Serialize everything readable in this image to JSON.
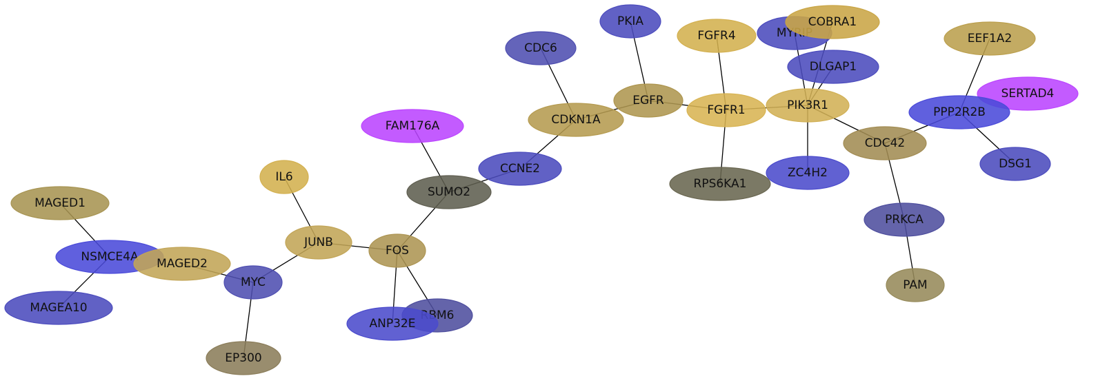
{
  "nodes": [
    {
      "id": "PKIA",
      "label": "PKIA",
      "color": "#4b4bbd"
    },
    {
      "id": "FGFR4",
      "label": "FGFR4",
      "color": "#d3b04f"
    },
    {
      "id": "MYRIP",
      "label": "MYRIP",
      "color": "#4b4bbd"
    },
    {
      "id": "COBRA1",
      "label": "COBRA1",
      "color": "#c9a545"
    },
    {
      "id": "EEF1A2",
      "label": "EEF1A2",
      "color": "#bb9f4d"
    },
    {
      "id": "CDC6",
      "label": "CDC6",
      "color": "#4e4eb0"
    },
    {
      "id": "DLGAP1",
      "label": "DLGAP1",
      "color": "#4b4bbd"
    },
    {
      "id": "SERTAD4",
      "label": "SERTAD4",
      "color": "#bb44ff"
    },
    {
      "id": "EGFR",
      "label": "EGFR",
      "color": "#ae9650"
    },
    {
      "id": "FGFR1",
      "label": "FGFR1",
      "color": "#d8b453"
    },
    {
      "id": "PIK3R1",
      "label": "PIK3R1",
      "color": "#d1b055"
    },
    {
      "id": "PPP2R2B",
      "label": "PPP2R2B",
      "color": "#4a4ad9"
    },
    {
      "id": "CDKN1A",
      "label": "CDKN1A",
      "color": "#b59b50"
    },
    {
      "id": "FAM176A",
      "label": "FAM176A",
      "color": "#bb44ff"
    },
    {
      "id": "CDC42",
      "label": "CDC42",
      "color": "#a28c53"
    },
    {
      "id": "DSG1",
      "label": "DSG1",
      "color": "#4b4bbd"
    },
    {
      "id": "CCNE2",
      "label": "CCNE2",
      "color": "#4b4bbd"
    },
    {
      "id": "IL6",
      "label": "IL6",
      "color": "#d3b04f"
    },
    {
      "id": "RPS6KA1",
      "label": "RPS6KA1",
      "color": "#696650"
    },
    {
      "id": "ZC4H2",
      "label": "ZC4H2",
      "color": "#4b4bcc"
    },
    {
      "id": "SUMO2",
      "label": "SUMO2",
      "color": "#5f5e50"
    },
    {
      "id": "MAGED1",
      "label": "MAGED1",
      "color": "#a79452"
    },
    {
      "id": "PRKCA",
      "label": "PRKCA",
      "color": "#4e4e9e"
    },
    {
      "id": "JUNB",
      "label": "JUNB",
      "color": "#c2a557"
    },
    {
      "id": "FOS",
      "label": "FOS",
      "color": "#ad9553"
    },
    {
      "id": "NSMCE4A",
      "label": "NSMCE4A",
      "color": "#4a4ad9"
    },
    {
      "id": "MAGED2",
      "label": "MAGED2",
      "color": "#c2a557"
    },
    {
      "id": "MYC",
      "label": "MYC",
      "color": "#4e4eb0"
    },
    {
      "id": "PAM",
      "label": "PAM",
      "color": "#968a5a"
    },
    {
      "id": "MAGEA10",
      "label": "MAGEA10",
      "color": "#4b4bbd"
    },
    {
      "id": "RBM6",
      "label": "RBM6",
      "color": "#4e4e9e"
    },
    {
      "id": "ANP32E",
      "label": "ANP32E",
      "color": "#4b4bcc"
    },
    {
      "id": "EP300",
      "label": "EP300",
      "color": "#8b7d5a"
    }
  ],
  "edges": [
    [
      "PKIA",
      "EGFR"
    ],
    [
      "CDC6",
      "CDKN1A"
    ],
    [
      "EGFR",
      "CDKN1A"
    ],
    [
      "EGFR",
      "FGFR1"
    ],
    [
      "FGFR4",
      "FGFR1"
    ],
    [
      "FGFR1",
      "PIK3R1"
    ],
    [
      "FGFR1",
      "RPS6KA1"
    ],
    [
      "MYRIP",
      "PIK3R1"
    ],
    [
      "COBRA1",
      "PIK3R1"
    ],
    [
      "DLGAP1",
      "PIK3R1"
    ],
    [
      "PIK3R1",
      "ZC4H2"
    ],
    [
      "PIK3R1",
      "CDC42"
    ],
    [
      "CDC42",
      "PPP2R2B"
    ],
    [
      "CDC42",
      "PRKCA"
    ],
    [
      "PRKCA",
      "PAM"
    ],
    [
      "PPP2R2B",
      "EEF1A2"
    ],
    [
      "PPP2R2B",
      "DSG1"
    ],
    [
      "CDKN1A",
      "CCNE2"
    ],
    [
      "CCNE2",
      "SUMO2"
    ],
    [
      "FAM176A",
      "SUMO2"
    ],
    [
      "SUMO2",
      "FOS"
    ],
    [
      "FOS",
      "JUNB"
    ],
    [
      "FOS",
      "RBM6"
    ],
    [
      "FOS",
      "ANP32E"
    ],
    [
      "IL6",
      "JUNB"
    ],
    [
      "JUNB",
      "MYC"
    ],
    [
      "MYC",
      "MAGED2"
    ],
    [
      "MYC",
      "EP300"
    ],
    [
      "MAGED1",
      "NSMCE4A"
    ],
    [
      "NSMCE4A",
      "MAGEA10"
    ]
  ]
}
